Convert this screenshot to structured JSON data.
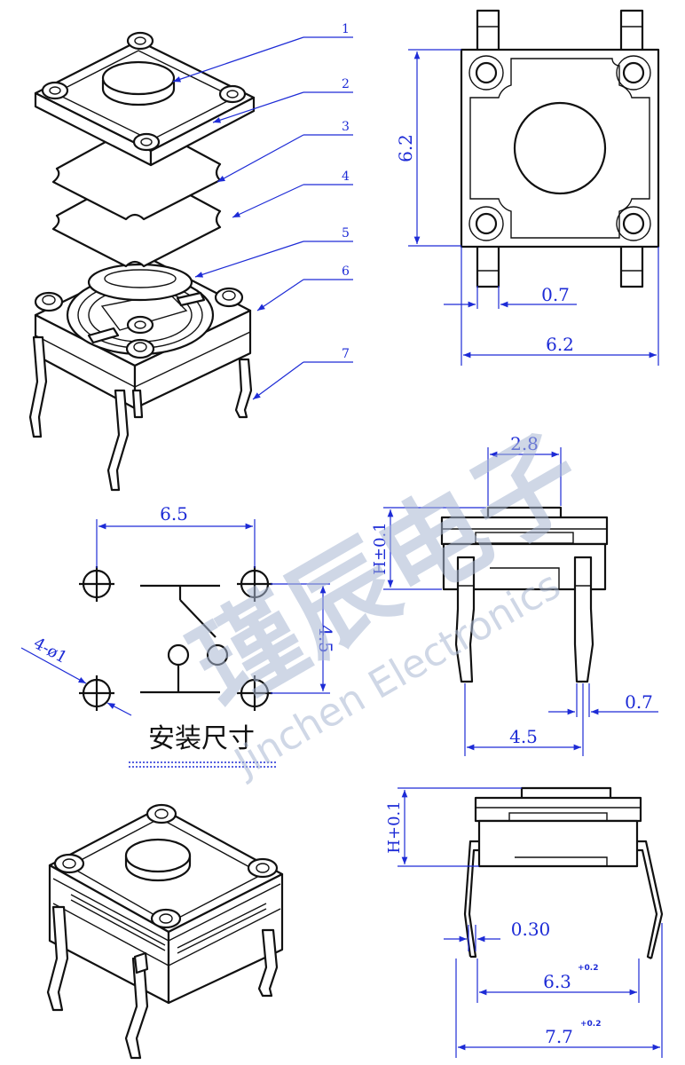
{
  "callouts": [
    "1",
    "2",
    "3",
    "4",
    "5",
    "6",
    "7"
  ],
  "dimensions": {
    "top_height": "6.2",
    "top_width": "6.2",
    "top_pin": "0.7",
    "side_button": "2.8",
    "side_h": "H±0.1",
    "side_pin": "0.7",
    "side_pitch": "4.5",
    "hole_pitch_x": "6.5",
    "hole_pitch_y": "4.5",
    "hole_callout": "4-ø1",
    "bottom_h": "H+0.1",
    "bottom_pin": "0.30",
    "bottom_span": "6.3",
    "bottom_span_tol": "+0.2",
    "bottom_overall": "7.7",
    "bottom_overall_tol": "+0.2"
  },
  "caption": "安装尺寸",
  "watermark": {
    "cn": "瑾辰电子",
    "en": "Jinchen Electronics"
  },
  "colors": {
    "dimension": "#1d2bd6",
    "outline": "#111111",
    "watermark": "#a9b8d3"
  }
}
